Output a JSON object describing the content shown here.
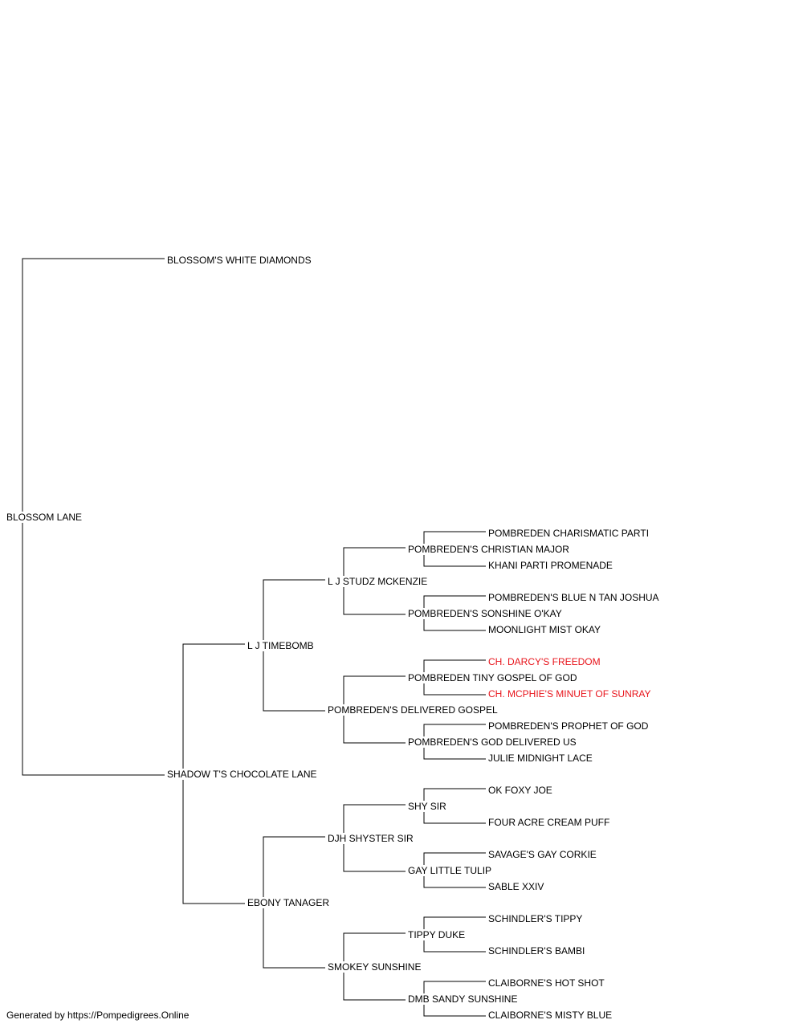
{
  "pedigree": {
    "subject": "BLOSSOM LANE",
    "sire": "BLOSSOM'S WHITE DIAMONDS",
    "dam": {
      "name": "SHADOW T'S CHOCOLATE LANE",
      "sire": {
        "name": "L J TIMEBOMB",
        "sire": {
          "name": "L J STUDZ MCKENZIE",
          "sire": {
            "name": "POMBREDEN'S CHRISTIAN MAJOR",
            "sire": "POMBREDEN CHARISMATIC PARTI",
            "dam": "KHANI PARTI PROMENADE"
          },
          "dam": {
            "name": "POMBREDEN'S SONSHINE O'KAY",
            "sire": "POMBREDEN'S BLUE N TAN JOSHUA",
            "dam": "MOONLIGHT MIST OKAY"
          }
        },
        "dam": {
          "name": "POMBREDEN'S DELIVERED GOSPEL",
          "sire": {
            "name": "POMBREDEN TINY GOSPEL OF GOD",
            "sire": "CH. DARCY'S FREEDOM",
            "dam": "CH. MCPHIE'S MINUET OF SUNRAY"
          },
          "dam": {
            "name": "POMBREDEN'S GOD DELIVERED US",
            "sire": "POMBREDEN'S PROPHET OF GOD",
            "dam": "JULIE MIDNIGHT LACE"
          }
        }
      },
      "dam": {
        "name": "EBONY TANAGER",
        "sire": {
          "name": "DJH SHYSTER SIR",
          "sire": {
            "name": "SHY SIR",
            "sire": "OK FOXY JOE",
            "dam": "FOUR ACRE CREAM PUFF"
          },
          "dam": {
            "name": "GAY LITTLE TULIP",
            "sire": "SAVAGE'S GAY CORKIE",
            "dam": "SABLE XXIV"
          }
        },
        "dam": {
          "name": "SMOKEY SUNSHINE",
          "sire": {
            "name": "TIPPY DUKE",
            "sire": "SCHINDLER'S TIPPY",
            "dam": "SCHINDLER'S BAMBI"
          },
          "dam": {
            "name": "DMB SANDY SUNSHINE",
            "sire": "CLAIBORNE'S HOT SHOT",
            "dam": "CLAIBORNE'S MISTY BLUE"
          }
        }
      }
    }
  },
  "colors": {
    "champion": "#e8141b",
    "line": "#000000"
  },
  "footer": "Generated by https://Pompedigrees.Online"
}
